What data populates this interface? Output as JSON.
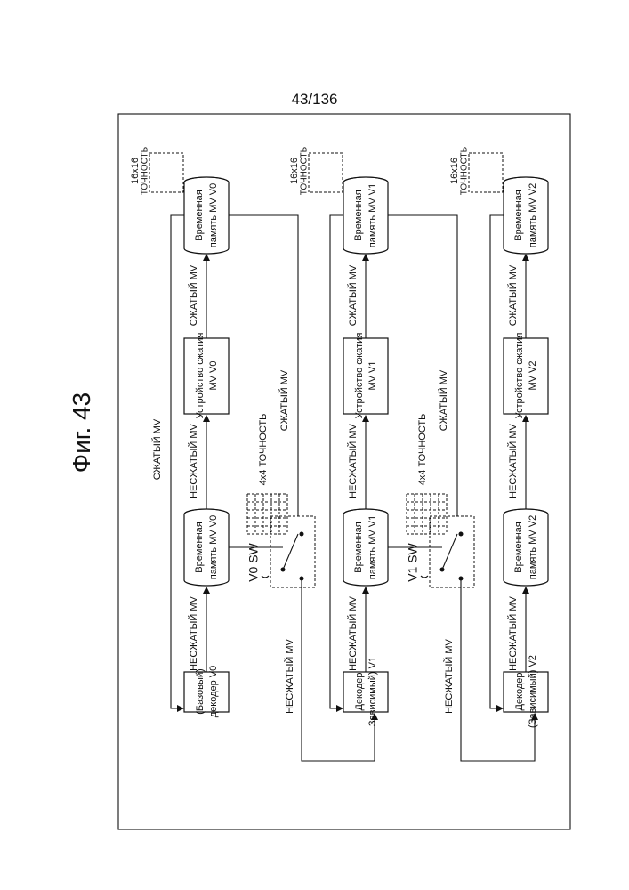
{
  "page_number": "43/136",
  "figure_title": "Фиг. 43",
  "rows": [
    {
      "decoder_line1": "(Базовый)",
      "decoder_line2": "декодер V0",
      "temp_a_line1": "Временная",
      "temp_a_line2": "память MV V0",
      "compressor_line1": "Устройство сжатия",
      "compressor_line2": "MV V0",
      "temp_b_line1": "Временная",
      "temp_b_line2": "память MV V0",
      "switch_label": "V0  SW",
      "fine_precision": "4x4 ТОЧНОСТЬ",
      "coarse_precision_line1": "16x16",
      "coarse_precision_line2": "ТОЧНОСТЬ"
    },
    {
      "decoder_line1": "Декодер",
      "decoder_line2": "Зависимый) V1",
      "temp_a_line1": "Временная",
      "temp_a_line2": "память MV V1",
      "compressor_line1": "Устройство сжатия",
      "compressor_line2": "MV V1",
      "temp_b_line1": "Временная",
      "temp_b_line2": "память MV V1",
      "switch_label": "V1  SW",
      "fine_precision": "4x4 ТОЧНОСТЬ",
      "coarse_precision_line1": "16x16",
      "coarse_precision_line2": "ТОЧНОСТЬ"
    },
    {
      "decoder_line1": "Декодер",
      "decoder_line2": "(Зависимый) V2",
      "temp_a_line1": "Временная",
      "temp_a_line2": "память MV V2",
      "compressor_line1": "Устройство сжатия",
      "compressor_line2": "MV V2",
      "temp_b_line1": "Временная",
      "temp_b_line2": "память MV V2",
      "switch_label": "",
      "fine_precision": "",
      "coarse_precision_line1": "16x16",
      "coarse_precision_line2": "ТОЧНОСТЬ"
    }
  ],
  "labels": {
    "uncompressed_mv": "НЕСЖАТЫЙ MV",
    "compressed_mv": "СЖАТЫЙ MV"
  }
}
